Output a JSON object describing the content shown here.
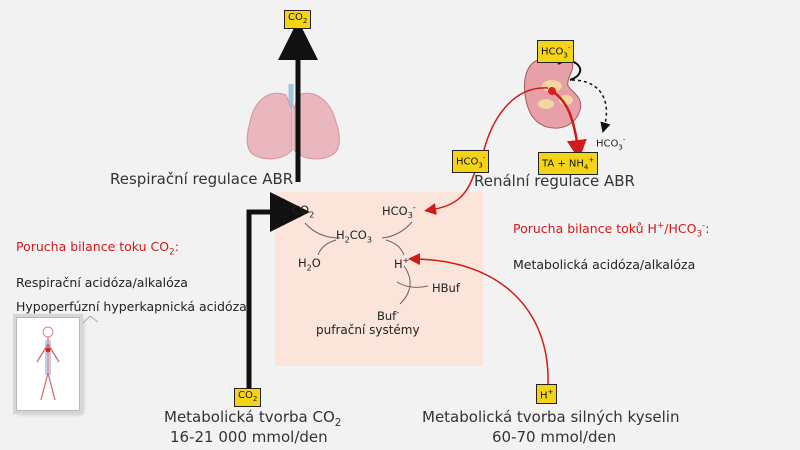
{
  "boxes": {
    "co2_top": "CO",
    "co2_bottom": "CO",
    "hco3_kidney": "HCO",
    "hco3_left": "HCO",
    "h_bottom": "H",
    "ta_nh4": "TA + NH"
  },
  "labels": {
    "resp_regulation": "Respirační regulace ABR",
    "renal_regulation": "Renální regulace ABR",
    "metabolic_co2_line1": "Metabolická tvorba CO",
    "metabolic_co2_line2": "16-21 000 mmol/den",
    "metabolic_acids_line1": "Metabolická tvorba silných kyselin",
    "metabolic_acids_line2": "60-70 mmol/den",
    "hco3_excreted": "HCO",
    "buffer_systems": "pufrační systémy"
  },
  "chem": {
    "co2": "CO",
    "hco3": "HCO",
    "h2co3": "H",
    "h2o": "H",
    "h": "H",
    "hbuf": "HBuf",
    "buf": "Buf"
  },
  "left_panel": {
    "title": "Porucha bilance toku CO",
    "item1": "Respirační acidóza/alkalóza",
    "item2": "Hypoperfúzní hyperkapnická acidóza"
  },
  "right_panel": {
    "title": "Porucha bilance toků H",
    "item1": "Metabolická acidóza/alkalóza"
  },
  "colors": {
    "box_fill": "#f5d418",
    "buffer_zone": "#fbe4d9",
    "red_arrow": "#d11a1a",
    "lung": "#e9b7bd",
    "kidney": "#e8a0a8"
  }
}
